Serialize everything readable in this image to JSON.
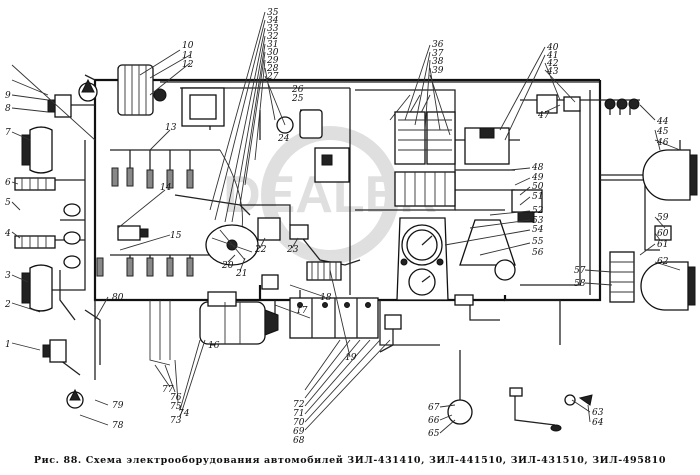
{
  "caption": "Рис. 88. Схема электрооборудования автомобилей ЗИЛ-431410, ЗИЛ-441510, ЗИЛ-431510, ЗИЛ-495810",
  "watermark": "DEALER DATA",
  "callouts": [
    "1",
    "2",
    "3",
    "4",
    "5",
    "6",
    "7",
    "8",
    "9",
    "10",
    "11",
    "12",
    "13",
    "14",
    "15",
    "16",
    "17",
    "18",
    "19",
    "20",
    "21",
    "22",
    "23",
    "24",
    "25",
    "26",
    "27",
    "28",
    "29",
    "30",
    "31",
    "32",
    "33",
    "34",
    "35",
    "36",
    "37",
    "38",
    "39",
    "40",
    "41",
    "42",
    "43",
    "44",
    "45",
    "46",
    "47",
    "48",
    "49",
    "50",
    "51",
    "52",
    "53",
    "54",
    "55",
    "56",
    "57",
    "58",
    "59",
    "60",
    "61",
    "62",
    "63",
    "64",
    "65",
    "66",
    "67",
    "68",
    "69",
    "70",
    "71",
    "72",
    "73",
    "74",
    "75",
    "76",
    "77",
    "78",
    "79",
    "80"
  ]
}
